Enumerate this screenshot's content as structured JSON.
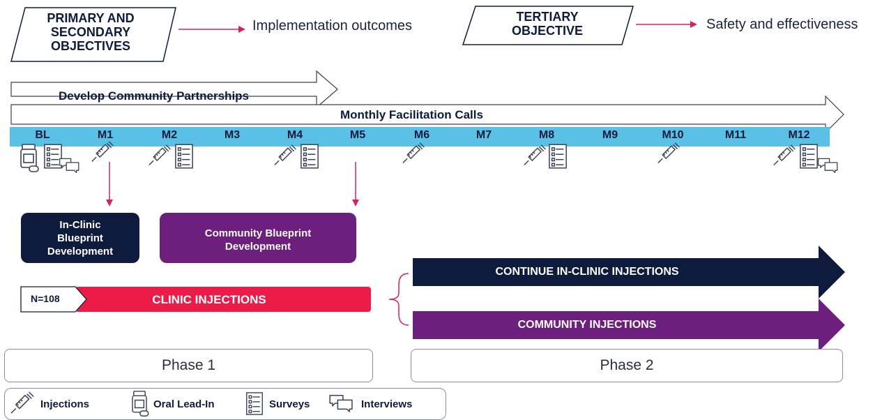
{
  "objectives": {
    "primary_label": "PRIMARY AND SECONDARY OBJECTIVES",
    "primary_outcome": "Implementation outcomes",
    "tertiary_label": "TERTIARY OBJECTIVE",
    "tertiary_outcome": "Safety and effectiveness"
  },
  "timeline": {
    "partnerships_label": "Develop Community Partnerships",
    "facilitation_label": "Monthly Facilitation Calls",
    "months": [
      "BL",
      "M1",
      "M2",
      "M3",
      "M4",
      "M5",
      "M6",
      "M7",
      "M8",
      "M9",
      "M10",
      "M11",
      "M12"
    ]
  },
  "blueprints": {
    "in_clinic": "In-Clinic Blueprint Development",
    "community": "Community Blueprint Development"
  },
  "clinic": {
    "n_label": "N=108",
    "injections_label": "CLINIC INJECTIONS"
  },
  "phase2_arrows": {
    "continue_label": "CONTINUE IN-CLINIC INJECTIONS",
    "community_label": "COMMUNITY INJECTIONS"
  },
  "phases": {
    "phase1": "Phase 1",
    "phase2": "Phase 2"
  },
  "legend": {
    "injections": "Injections",
    "oral": "Oral Lead-In",
    "surveys": "Surveys",
    "interviews": "Interviews"
  },
  "colors": {
    "navy": "#0f1b3d",
    "purple": "#6d1f7d",
    "red": "#ec1c48",
    "timeline_blue": "#5bc0e6",
    "arrow_pink": "#d2245a"
  },
  "icons": [
    "syringe-icon",
    "pill-bottle-icon",
    "survey-icon",
    "interview-icon"
  ]
}
